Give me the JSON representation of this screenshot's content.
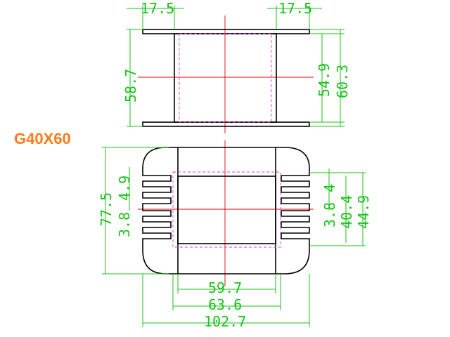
{
  "title": "G40X60",
  "colors": {
    "dimension": "#19c219",
    "outline": "#000000",
    "centerline": "#e00000",
    "hidden": "#e03ad8",
    "title": "#ff7a1a"
  },
  "side_view": {
    "flange_left_width": "17.5",
    "flange_right_width": "17.5",
    "overall_height_left": "58.7",
    "inner_height": "54.9",
    "overall_height_right": "60.3"
  },
  "plan_view": {
    "left_height": "77.5",
    "left_slot_pitch": "4.9",
    "left_slot_width": "3.8",
    "right_slot_pitch": "4",
    "right_slot_width": "3.8",
    "right_inner_height": "40.4",
    "right_outer_height": "44.9",
    "window_width": "59.7",
    "window_outer_width": "63.6",
    "overall_width": "102.7"
  }
}
